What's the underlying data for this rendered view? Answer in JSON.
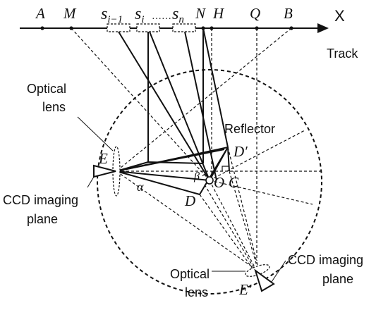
{
  "track": {
    "axis_label": "X",
    "track_label": "Track",
    "points": [
      "A",
      "M",
      "N",
      "H",
      "Q",
      "B"
    ],
    "sensor_labels": {
      "first": "s",
      "first_sub": "i−1",
      "second": "s",
      "second_sub": "i",
      "dots": "……",
      "last": "s",
      "last_sub": "n"
    }
  },
  "labels": {
    "optical_lens_top_1": "Optical",
    "optical_lens_top_2": "lens",
    "ccd_left_1": "CCD imaging",
    "ccd_left_2": "plane",
    "reflector": "Reflector",
    "optical_lens_bottom_1": "Optical",
    "optical_lens_bottom_2": "lens",
    "ccd_right_1": "CCD imaging",
    "ccd_right_2": "plane"
  },
  "points": {
    "E": "E",
    "E_prime": "E′",
    "D": "D",
    "D_prime": "D′",
    "O": "O",
    "C": "C",
    "alpha": "α",
    "beta": "β"
  },
  "colors": {
    "ink": "#111111",
    "background": "#ffffff"
  }
}
